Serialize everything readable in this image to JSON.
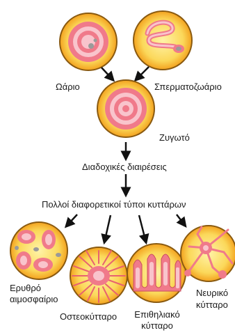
{
  "labels": {
    "egg": "Ωάριο",
    "sperm": "Σπερματοζωάριο",
    "zygote": "Ζυγωτό",
    "divisions": "Διαδοχικές διαιρέσεις",
    "many_types": "Πολλοί διαφορετικοί τύποι κυττάρων",
    "rbc_line1": "Ερυθρό",
    "rbc_line2": "αιμοσφαίριο",
    "osteo": "Οστεοκύτταρο",
    "epi_line1": "Επιθηλιακό",
    "epi_line2": "κύτταρο",
    "neuro_line1": "Νευρικό",
    "neuro_line2": "κύτταρο"
  },
  "colors": {
    "cell_outer": "#f5a623",
    "cell_inner": "#fbe07a",
    "cell_edge": "#8a5a10",
    "pink": "#f07a8a",
    "pink_light": "#f9c4cc",
    "arrow": "#111111"
  }
}
